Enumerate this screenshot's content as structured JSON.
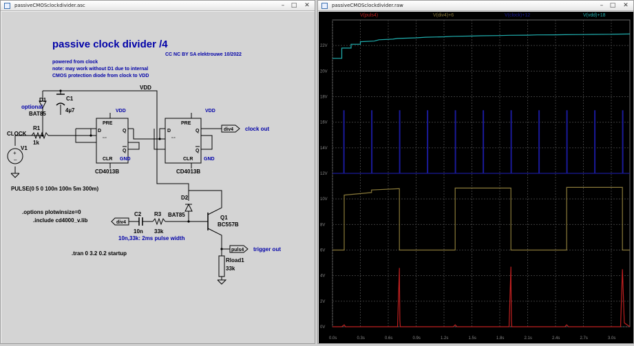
{
  "schematic_window": {
    "title": "passiveCMOSclockdivider.asc",
    "controls": [
      "–",
      "□",
      "✕"
    ],
    "circuit": {
      "heading": "passive clock divider /4",
      "license": "CC NC BY SA elektrouwe 10/2022",
      "notes": [
        "powered from clock",
        "note: may work without D1 due to internal",
        "CMOS protection diode from clock to VDD"
      ],
      "vdd_label": "VDD",
      "d1": {
        "name": "D1",
        "note": "optional",
        "model": "BAT85"
      },
      "c1": {
        "name": "C1",
        "value": "4µ7"
      },
      "clock_label": "CLOCK",
      "r1": {
        "name": "R1",
        "value": "1k"
      },
      "v1": {
        "name": "V1",
        "source": "PULSE(0 5 0 100n 100n 5m 300m)"
      },
      "ff1": {
        "pre": "PRE",
        "d": "D",
        "q": "Q",
        "qbar": "Q",
        "clk": "CLK",
        "clr": "CLR",
        "vdd": "VDD",
        "gnd": "GND",
        "part": "CD4013B"
      },
      "ff2": {
        "pre": "PRE",
        "d": "D",
        "q": "Q",
        "qbar": "Q",
        "clk": "CLK",
        "clr": "CLR",
        "vdd": "VDD",
        "gnd": "GND",
        "part": "CD4013B"
      },
      "div4_tag": "div4",
      "clock_out_label": "clock out",
      "d2": {
        "name": "D2",
        "model": "BAT85"
      },
      "q1": {
        "name": "Q1",
        "model": "BC557B"
      },
      "div4_in_tag": "div4",
      "c2": {
        "name": "C2",
        "value": "10n"
      },
      "r3": {
        "name": "R3",
        "value": "33k"
      },
      "pulse_note": "10n,33k: 2ms pulse width",
      "puls4_tag": "puls4",
      "trigger_out_label": "trigger out",
      "rload": {
        "name": "Rload1",
        "value": "33k"
      },
      "directives": [
        ".options plotwinsize=0",
        ".include cd4000_v.lib"
      ],
      "tran": ".tran 0 3.2 0.2 startup"
    }
  },
  "waveform_window": {
    "title": "passiveCMOSclockdivider.raw",
    "controls": [
      "–",
      "□",
      "✕"
    ],
    "traces": [
      {
        "label": "V(puls4)",
        "color": "#c02020"
      },
      {
        "label": "V(div4)+6",
        "color": "#8a7a3a"
      },
      {
        "label": "V(clock)+12",
        "color": "#1a1a9a"
      },
      {
        "label": "V(vdd)+18",
        "color": "#20b0b0"
      }
    ],
    "background_color": "#000000",
    "grid_color": "#3d3d3d"
  },
  "chart_data": {
    "type": "line",
    "xlabel": "",
    "ylabel": "",
    "xlim": [
      0,
      3.2
    ],
    "ylim": [
      0,
      24
    ],
    "x_ticks": [
      "0.0s",
      "0.3s",
      "0.6s",
      "0.9s",
      "1.2s",
      "1.5s",
      "1.8s",
      "2.1s",
      "2.4s",
      "2.7s",
      "3.0s"
    ],
    "y_ticks": [
      "0V",
      "2V",
      "4V",
      "6V",
      "8V",
      "10V",
      "12V",
      "14V",
      "16V",
      "18V",
      "20V",
      "22V"
    ],
    "y_tick_values": [
      0,
      2,
      4,
      6,
      8,
      10,
      12,
      14,
      16,
      18,
      20,
      22
    ],
    "grid": true,
    "series": [
      {
        "name": "V(vdd)+18",
        "color": "#20b0b0",
        "x": [
          0.0,
          0.1,
          0.1,
          0.2,
          0.2,
          0.3,
          0.3,
          0.45,
          0.5,
          0.65,
          0.7,
          0.9,
          1.0,
          1.2,
          1.3,
          1.5,
          1.6,
          1.8,
          1.9,
          2.1,
          2.2,
          2.4,
          2.5,
          2.7,
          2.8,
          3.0,
          3.2
        ],
        "y": [
          21.0,
          21.0,
          21.8,
          21.8,
          22.1,
          22.1,
          22.3,
          22.35,
          22.45,
          22.5,
          22.55,
          22.6,
          22.65,
          22.68,
          22.72,
          22.74,
          22.76,
          22.78,
          22.8,
          22.81,
          22.83,
          22.84,
          22.85,
          22.86,
          22.87,
          22.88,
          22.9
        ]
      },
      {
        "name": "V(clock)+12",
        "color": "#1a1a9a",
        "x": [
          0.0,
          0.12,
          0.12,
          0.126,
          0.126,
          0.42,
          0.42,
          0.426,
          0.426,
          0.72,
          0.72,
          0.726,
          0.726,
          1.02,
          1.02,
          1.026,
          1.026,
          1.32,
          1.32,
          1.326,
          1.326,
          1.62,
          1.62,
          1.626,
          1.626,
          1.92,
          1.92,
          1.926,
          1.926,
          2.22,
          2.22,
          2.226,
          2.226,
          2.52,
          2.52,
          2.526,
          2.526,
          2.82,
          2.82,
          2.826,
          2.826,
          3.12,
          3.12,
          3.126,
          3.126,
          3.2
        ],
        "y": [
          12,
          12,
          16.9,
          16.9,
          12,
          12,
          16.9,
          16.9,
          12,
          12,
          16.9,
          16.9,
          12,
          12,
          16.9,
          16.9,
          12,
          12,
          16.9,
          16.9,
          12,
          12,
          16.9,
          16.9,
          12,
          12,
          16.9,
          16.9,
          12,
          12,
          16.9,
          16.9,
          12,
          12,
          16.9,
          16.9,
          12,
          12,
          16.9,
          16.9,
          12,
          12,
          16.9,
          16.9,
          12,
          12
        ]
      },
      {
        "name": "V(div4)+6",
        "color": "#8a7a3a",
        "x": [
          0.0,
          0.126,
          0.126,
          0.42,
          0.42,
          0.72,
          0.72,
          1.32,
          1.32,
          1.92,
          1.92,
          2.52,
          2.52,
          3.12,
          3.12,
          3.2
        ],
        "y": [
          6.0,
          6.0,
          10.3,
          10.5,
          10.7,
          10.8,
          6.0,
          6.0,
          10.85,
          10.85,
          6.0,
          6.0,
          10.9,
          10.9,
          6.0,
          6.0
        ]
      },
      {
        "name": "V(puls4)",
        "color": "#c02020",
        "x": [
          0.0,
          0.1,
          0.126,
          0.14,
          0.2,
          0.7,
          0.72,
          0.721,
          0.725,
          0.73,
          0.9,
          1.3,
          1.32,
          1.34,
          1.5,
          1.9,
          1.92,
          1.921,
          1.925,
          1.93,
          2.2,
          2.5,
          2.52,
          2.54,
          2.8,
          3.1,
          3.12,
          3.14,
          3.2
        ],
        "y": [
          0.0,
          0.0,
          0.15,
          0.0,
          0.0,
          0.0,
          4.6,
          3.6,
          0.5,
          0.0,
          0.0,
          0.0,
          0.15,
          0.0,
          0.0,
          0.0,
          4.7,
          3.6,
          0.5,
          0.0,
          0.0,
          0.0,
          0.15,
          0.0,
          0.0,
          0.0,
          4.5,
          0.3,
          0.0
        ]
      }
    ]
  }
}
